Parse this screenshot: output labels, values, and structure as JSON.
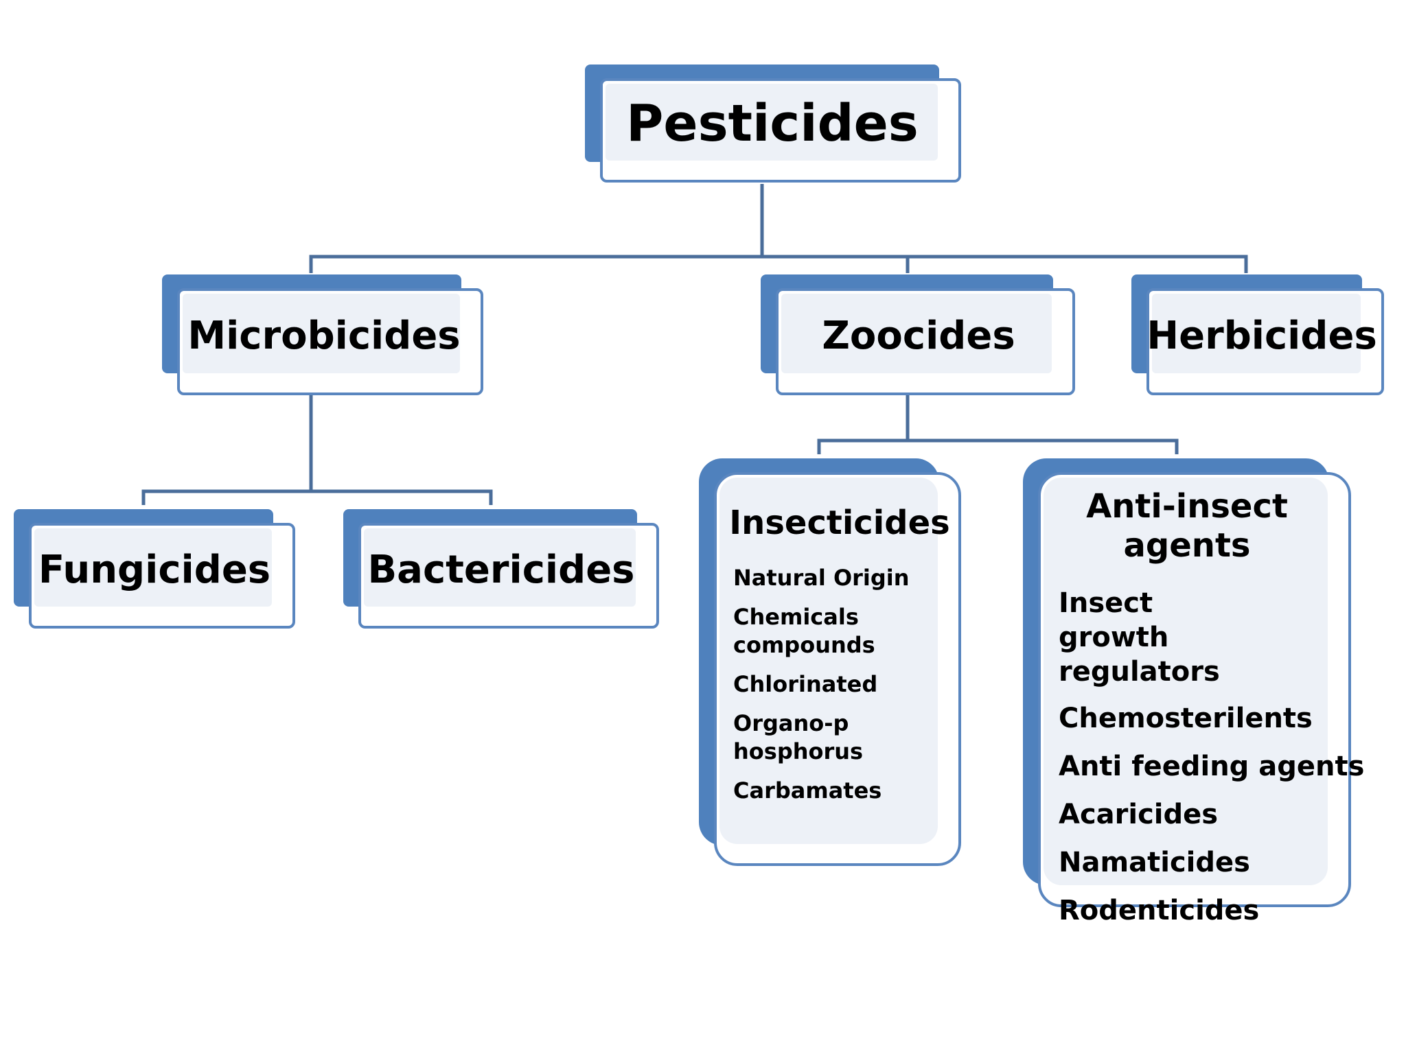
{
  "colors": {
    "shadow": "#4f81bd",
    "border": "#5a86bf",
    "fill": "#edf1f7",
    "connector": "#4a6d9a"
  },
  "root": {
    "label": "Pesticides"
  },
  "level1": {
    "microbicides": "Microbicides",
    "zoocides": "Zoocides",
    "herbicides": "Herbicides"
  },
  "microbicides_children": {
    "fungicides": "Fungicides",
    "bactericides": "Bactericides"
  },
  "insecticides": {
    "title": "Insecticides",
    "items": [
      "Natural Origin",
      "Chemicals compounds",
      "Chlorinated",
      "Organo-phosphorus",
      "Carbamates"
    ]
  },
  "anti_insect": {
    "title_line1": "Anti-insect",
    "title_line2": "agents",
    "items": [
      "Insect growth regulators",
      "Chemosterilents",
      "Anti feeding agents",
      "Acaricides",
      "Namaticides",
      "Rodenticides"
    ]
  }
}
